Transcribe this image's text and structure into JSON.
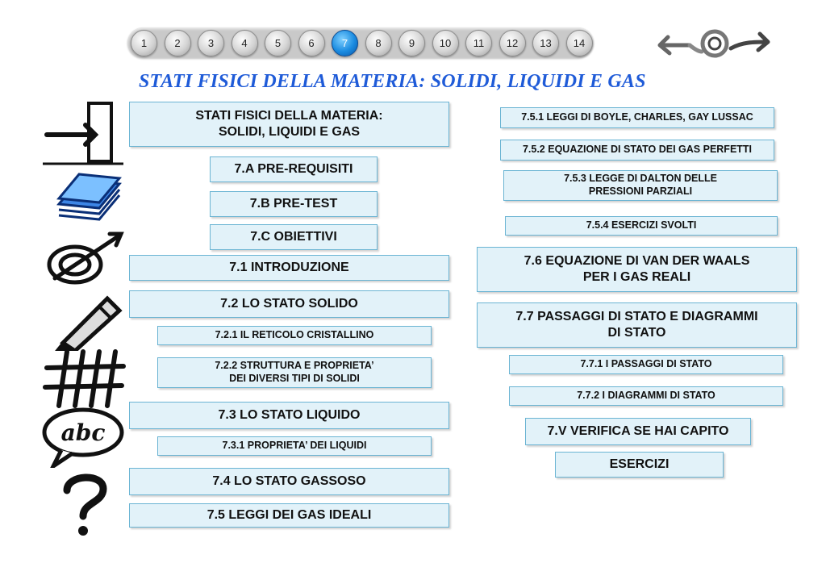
{
  "nav": {
    "buttons": [
      "1",
      "2",
      "3",
      "4",
      "5",
      "6",
      "7",
      "8",
      "9",
      "10",
      "11",
      "12",
      "13",
      "14"
    ],
    "active": "7"
  },
  "page_title": "STATI FISICI DELLA MATERIA: SOLIDI, LIQUIDI E GAS",
  "left_column": {
    "main_title_line1": "STATI FISICI DELLA MATERIA:",
    "main_title_line2": "SOLIDI, LIQUIDI E GAS",
    "prereq": "7.A PRE-REQUISITI",
    "pretest": "7.B PRE-TEST",
    "obiettivi": "7.C OBIETTIVI",
    "intro": "7.1 INTRODUZIONE",
    "solido": "7.2 LO STATO SOLIDO",
    "reticolo": "7.2.1 IL RETICOLO CRISTALLINO",
    "struttura_line1": "7.2.2 STRUTTURA E PROPRIETA’",
    "struttura_line2": "DEI DIVERSI TIPI DI SOLIDI",
    "liquido": "7.3 LO STATO LIQUIDO",
    "prop_liquidi": "7.3.1 PROPRIETA’ DEI LIQUIDI",
    "gassoso": "7.4 LO STATO GASSOSO",
    "leggi_gas": "7.5 LEGGI DEI GAS IDEALI"
  },
  "right_column": {
    "boyle": "7.5.1 LEGGI DI BOYLE, CHARLES, GAY LUSSAC",
    "equazione": "7.5.2 EQUAZIONE DI STATO DEI GAS PERFETTI",
    "dalton_line1": "7.5.3 LEGGE DI DALTON DELLE",
    "dalton_line2": "PRESSIONI PARZIALI",
    "esercizi_svolti": "7.5.4 ESERCIZI SVOLTI",
    "van_der_waals_line1": "7.6 EQUAZIONE DI VAN DER WAALS",
    "van_der_waals_line2": "PER I GAS REALI",
    "passaggi_line1": "7.7 PASSAGGI DI STATO E DIAGRAMMI",
    "passaggi_line2": "DI STATO",
    "passaggi_stato": "7.7.1 I PASSAGGI DI STATO",
    "diagrammi": "7.7.2 I DIAGRAMMI DI STATO",
    "verifica": "7.V VERIFICA SE HAI CAPITO",
    "esercizi": "ESERCIZI"
  },
  "icons": [
    "door-exit-icon",
    "stack-of-papers-icon",
    "target-arrow-icon",
    "pencil-icon",
    "hash-grid-icon",
    "abc-speech-bubble-icon",
    "question-mark-icon",
    "back-arrow-icon",
    "home-ring-icon",
    "forward-arrow-icon"
  ],
  "colors": {
    "title": "#1f5bd8",
    "box_bg": "#e2f2f9",
    "box_border": "#6ab4d3",
    "active_nav": "#1a8be0"
  }
}
